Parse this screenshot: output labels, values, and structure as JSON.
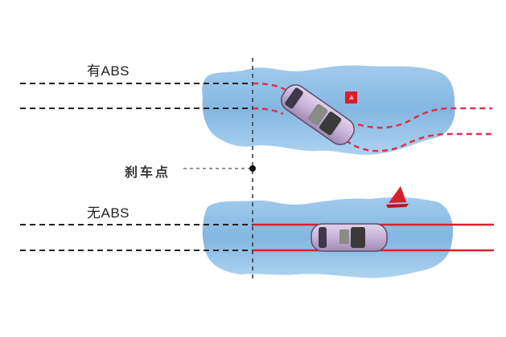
{
  "diagram": {
    "labels": {
      "with_abs": "有ABS",
      "braking_point": "刹车点",
      "without_abs": "无ABS"
    },
    "colors": {
      "water": "#7fb5e0",
      "water_light": "#a8cff0",
      "track_dashed": "#d9334a",
      "track_solid": "#d8232a",
      "guide_line": "#222222",
      "car_body": "#c7b4d6",
      "warning_sign": "#d81e2a"
    },
    "top_scenario": {
      "description": "car skids sideways on wet surface with curved tire tracks",
      "tracks": "dashed-curved"
    },
    "bottom_scenario": {
      "description": "car brakes straight on wet surface",
      "tracks": "solid-straight"
    }
  }
}
